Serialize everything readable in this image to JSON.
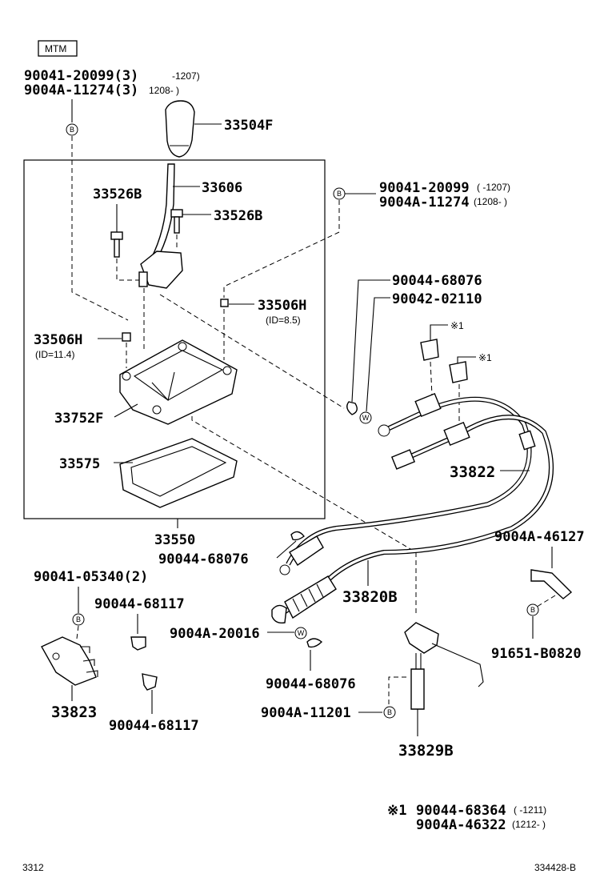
{
  "variant_tag": "MTM",
  "top_bolts": {
    "line1": "90041-20099(3)",
    "line1_range": "-1207)",
    "line2": "9004A-11274(3)",
    "line2_range": "1208-      )"
  },
  "knob": "33504F",
  "lever": "33606",
  "bolt_left": "33526B",
  "bolt_right": "33526B",
  "right_bolts": {
    "line1": "90041-20099",
    "line1_range": "(      -1207)",
    "line2": "9004A-11274",
    "line2_range": "(1208-      )"
  },
  "pin_clip": "90044-68076",
  "washer_clip": "90042-02110",
  "bushing_right": {
    "part": "33506H",
    "note": "(ID=8.5)"
  },
  "bushing_left": {
    "part": "33506H",
    "note": "(ID=11.4)"
  },
  "housing": "33752F",
  "gasket": "33575",
  "assembly": "33550",
  "ref_mark_1": "※1",
  "ref_mark_2": "※1",
  "cable_a": "33822",
  "clip_lower": "90044-68076",
  "cable_b": "33820B",
  "bracket_bolts": "90041-05340(2)",
  "clip_mid_1": "90044-68117",
  "clip_mid_2": "90044-68117",
  "bracket_left": "33823",
  "washer_lower": "9004A-20016",
  "clip_lower_2": "90044-68076",
  "bolt_lower": "9004A-11201",
  "bracket_lower": "33829B",
  "clip_right": "9004A-46127",
  "bolt_right_lower": "91651-B0820",
  "footnote": {
    "mark": "※1",
    "line1": "90044-68364",
    "line1_range": "(      -1211)",
    "line2": "9004A-46322",
    "line2_range": "(1212-      )"
  },
  "code_left": "3312",
  "code_right": "334428-B",
  "circle_b": "B",
  "circle_w": "W"
}
